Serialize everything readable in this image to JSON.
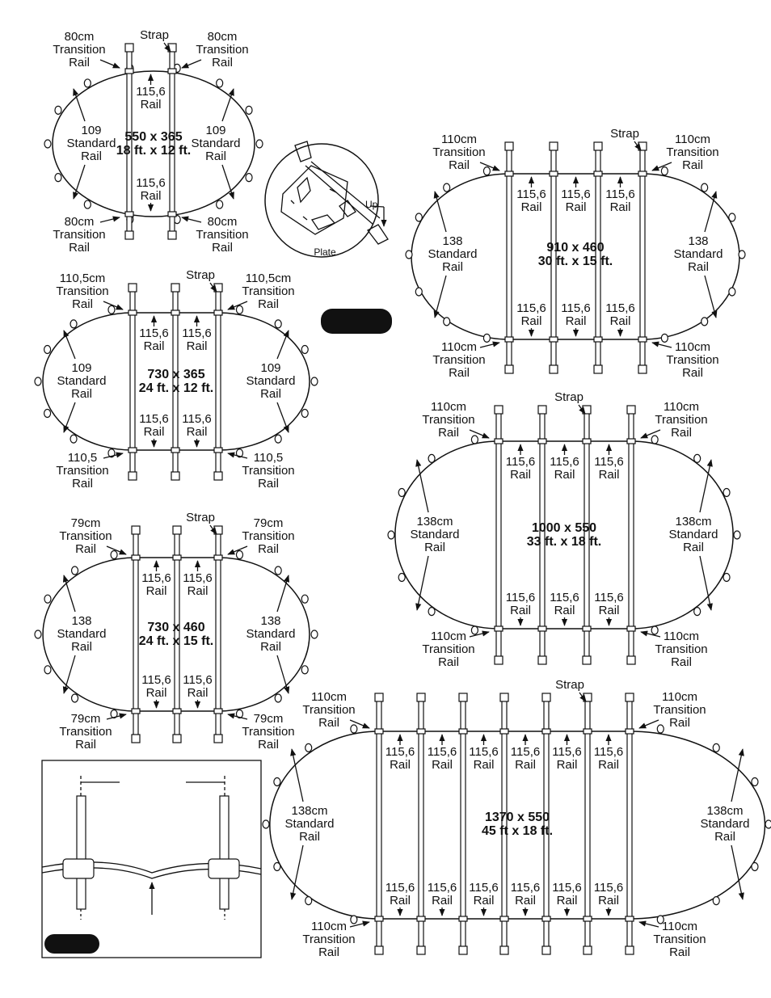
{
  "labels": {
    "strap": "Strap",
    "plate": "Plate",
    "up": "Up",
    "rail": "Rail",
    "rail_len": "115,6",
    "standard": "Standard",
    "transition": "Transition"
  },
  "diagrams": [
    {
      "id": "pool-550x365",
      "dim1": "550 x 365",
      "dim2": "18 ft. x 12 ft.",
      "transition_top": "80cm",
      "transition_bottom": "80cm",
      "standard": "109"
    },
    {
      "id": "pool-730x365",
      "dim1": "730 x 365",
      "dim2": "24 ft. x 12 ft.",
      "transition_top": "110,5cm",
      "transition_bottom": "110,5",
      "standard": "109"
    },
    {
      "id": "pool-730x460",
      "dim1": "730 x 460",
      "dim2": "24 ft. x 15 ft.",
      "transition_top": "79cm",
      "transition_bottom": "79cm",
      "standard": "138"
    },
    {
      "id": "pool-910x460",
      "dim1": "910 x 460",
      "dim2": "30 ft. x 15 ft.",
      "transition_top": "110cm",
      "transition_bottom": "110cm",
      "standard": "138"
    },
    {
      "id": "pool-1000x550",
      "dim1": "1000 x 550",
      "dim2": "33 ft. x 18 ft.",
      "transition_top": "110cm",
      "transition_bottom": "110cm",
      "standard": "138cm"
    },
    {
      "id": "pool-1370x550",
      "dim1": "1370 x 550",
      "dim2": "45 ft x 18 ft.",
      "transition_top": "110cm",
      "transition_bottom": "110cm",
      "standard": "138cm"
    }
  ]
}
